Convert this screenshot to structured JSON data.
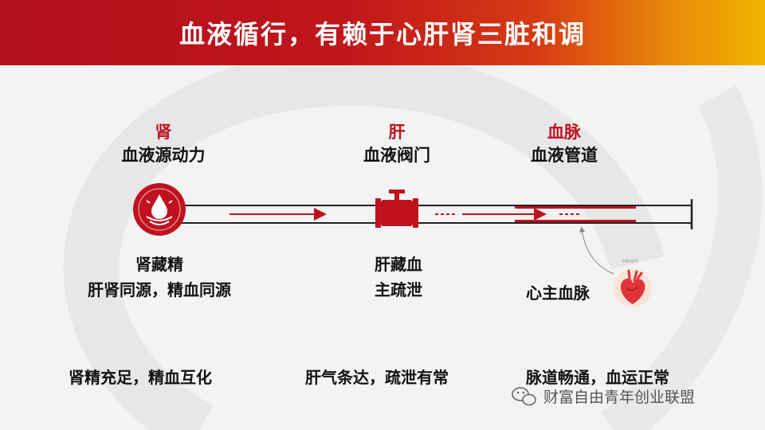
{
  "slide": {
    "title": "血液循行，有赖于心肝肾三脏和调",
    "columns": [
      {
        "key": "肾",
        "sub": "血液源动力"
      },
      {
        "key": "肝",
        "sub": "血液阀门"
      },
      {
        "key": "血脉",
        "sub": "血液管道"
      }
    ],
    "descriptions": [
      {
        "line1": "肾藏精",
        "line2": "肝肾同源，精血同源"
      },
      {
        "line1": "肝藏血",
        "line2": "主疏泄"
      }
    ],
    "heart": {
      "label": "心主血脉",
      "tag": "Heart"
    },
    "bottom": [
      "肾精充足，精血互化",
      "肝气条达，疏泄有常",
      "脉道畅通，血运正常"
    ],
    "watermark": "财富自由青年创业联盟"
  },
  "colors": {
    "red": "#c0111f",
    "title_from": "#b10f1c",
    "title_to": "#f0b400"
  },
  "icons": [
    "water-drop-icon",
    "valve-icon",
    "heart-icon",
    "wechat-icon"
  ]
}
